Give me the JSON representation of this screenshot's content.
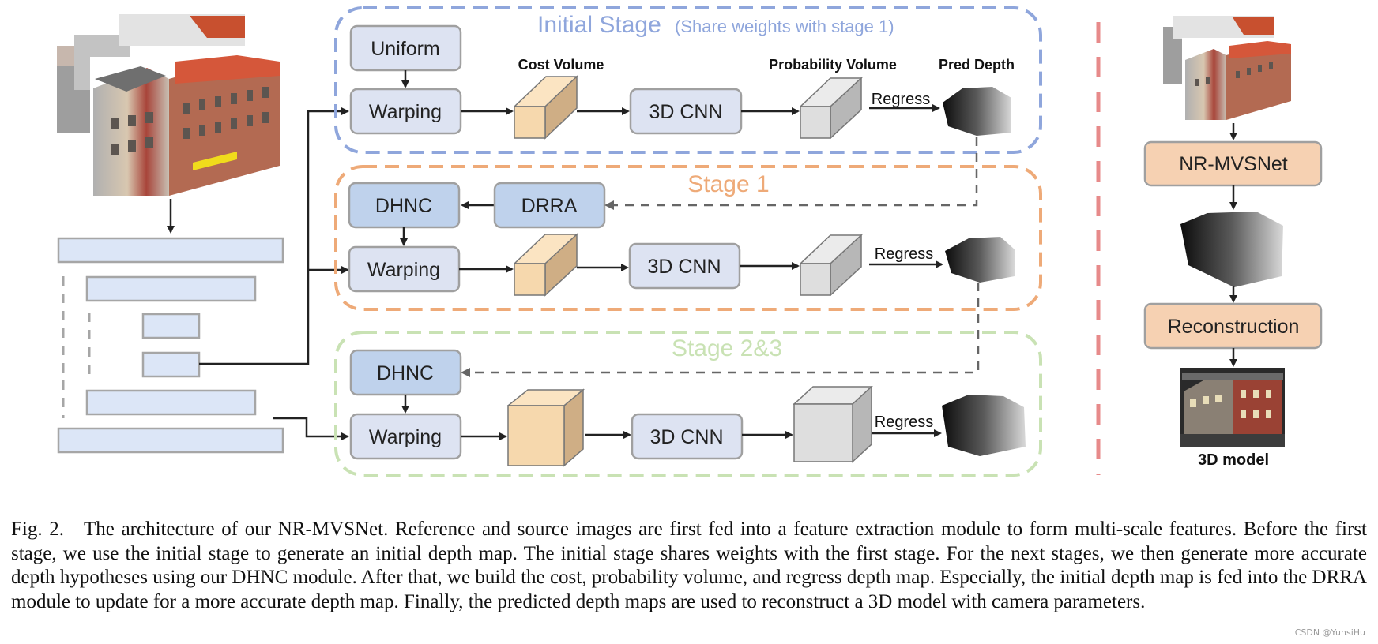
{
  "stages": {
    "initial": {
      "title": "Initial Stage",
      "subtitle": "(Share weights with stage 1)",
      "color": "#8fa6dc",
      "uniform": "Uniform",
      "warping": "Warping",
      "cnn": "3D CNN",
      "regress": "Regress",
      "cost_volume_label": "Cost Volume",
      "prob_volume_label": "Probability Volume",
      "pred_depth_label": "Pred Depth"
    },
    "stage1": {
      "title": "Stage 1",
      "color": "#eeaa78",
      "dhnc": "DHNC",
      "drra": "DRRA",
      "warping": "Warping",
      "cnn": "3D CNN",
      "regress": "Regress"
    },
    "stage23": {
      "title": "Stage 2&3",
      "color": "#c9e2b4",
      "dhnc": "DHNC",
      "warping": "Warping",
      "cnn": "3D CNN",
      "regress": "Regress"
    }
  },
  "pipeline": {
    "net": "NR-MVSNet",
    "reconstruction": "Reconstruction",
    "model_label": "3D model",
    "divider_color": "#e78a8a"
  },
  "colors": {
    "box_light": "#dde3f2",
    "box_dark": "#bfd2ec",
    "box_orange": "#f6d1b2",
    "feature_bar": "#dce6f7",
    "cube_orange": "#f6d8ad",
    "cube_gray": "#dedede"
  },
  "caption": "Fig. 2. The architecture of our NR-MVSNet. Reference and source images are first fed into a feature extraction module to form multi-scale features. Before the first stage, we use the initial stage to generate an initial depth map. The initial stage shares weights with the first stage. For the next stages, we then generate more accurate depth hypotheses using our DHNC module. After that, we  build the cost, probability volume, and regress depth map. Especially, the initial depth map is fed into the DRRA module to update for a more accurate depth map. Finally, the predicted depth maps are used to reconstruct a 3D model with camera parameters.",
  "watermark": "CSDN @YuhsiHu"
}
